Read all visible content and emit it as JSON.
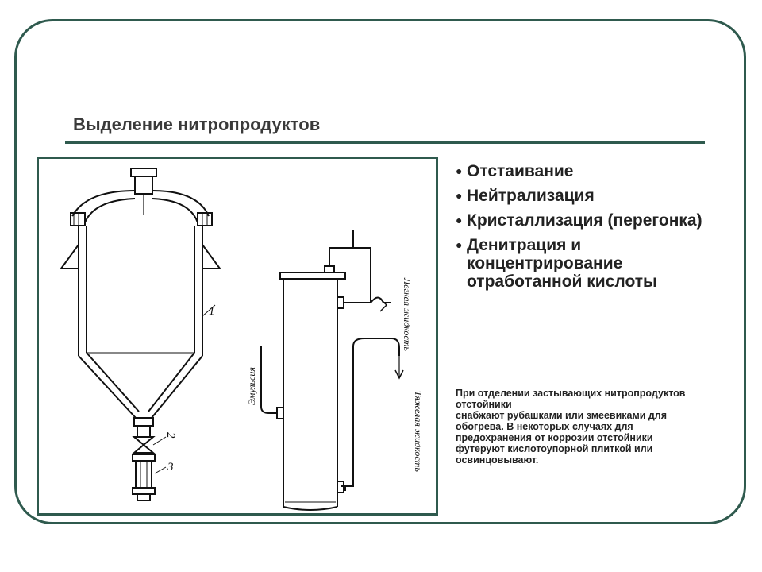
{
  "slide": {
    "title": "Выделение нитропродуктов",
    "bullets": [
      "Отстаивание",
      "Нейтрализация",
      "Кристаллизация (перегонка)",
      "Денитрация и концентрирование отработанной кислоты"
    ],
    "note_line1": "При отделении застывающих нитропродуктов отстойники",
    "note_line2": "снабжают рубашками или змеевиками для обогрева. В некоторых случаях для предохранения от коррозии отстойники футеруют кислотоупорной плиткой или освинцовывают."
  },
  "diagram": {
    "label_emulsion": "Эмульсия",
    "label_light": "Легкая жидкость",
    "label_heavy": "Тяжелая жидкость",
    "num_1": "1",
    "num_2": "2",
    "num_3": "3"
  },
  "colors": {
    "frame": "#2f5a4e"
  }
}
